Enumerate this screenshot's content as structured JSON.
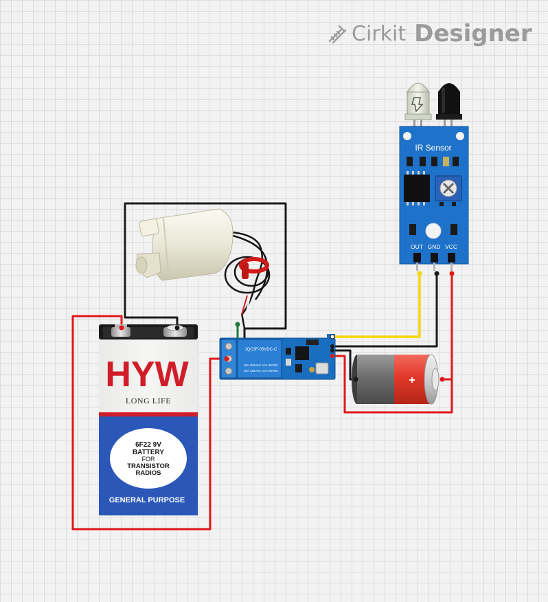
{
  "branding": {
    "brand": "Cirkit",
    "product": "Designer",
    "icon": "wrench-ruler-icon"
  },
  "components": {
    "ir_sensor": {
      "title": "IR Sensor",
      "pins": [
        "OUT",
        "GND",
        "VCC"
      ]
    },
    "battery_9v": {
      "brand": "HYW",
      "tagline": "LONG LIFE",
      "label_lines": [
        "6F22 9V",
        "BATTERY",
        "FOR",
        "TRANSISTOR",
        "RADIOS"
      ],
      "footer": "GENERAL PURPOSE"
    },
    "relay": {
      "model": "JQC3F-05VDC-C",
      "ratings": [
        "10A 250VAC 10A 30VDC",
        "10A 125VAC 10A 28VDC"
      ]
    },
    "cell_battery": {
      "terminal_symbol": "+"
    }
  },
  "colors": {
    "wire_red": "#e01818",
    "wire_black": "#1a1a1a",
    "wire_yellow": "#f5d60a",
    "wire_green": "#1b7a3a",
    "sensor_blue": "#1f72c9",
    "relay_blue": "#1a6ec0",
    "battery_blue": "#2b57b8",
    "hyw_red": "#d01d2a"
  }
}
